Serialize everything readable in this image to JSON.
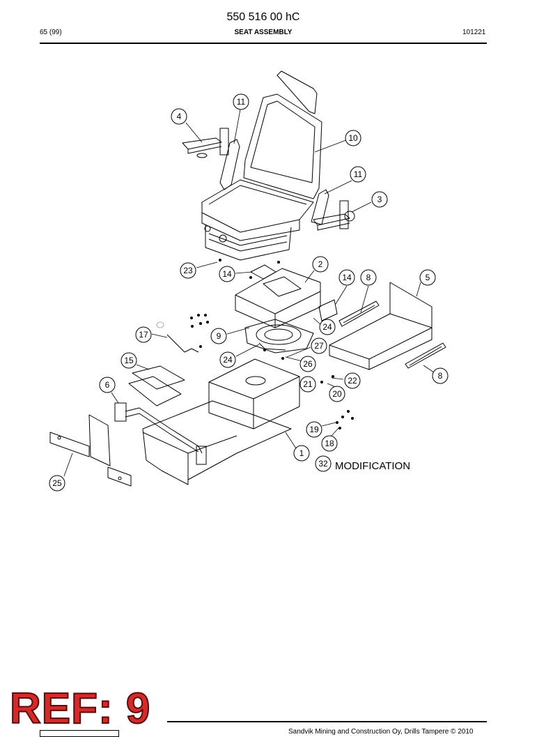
{
  "header": {
    "doc_number": "550 516 00 hC",
    "page_count": "65 (99)",
    "section_title": "SEAT ASSEMBLY",
    "date_code": "101221"
  },
  "callouts": [
    "11",
    "4",
    "10",
    "11",
    "3",
    "2",
    "23",
    "14",
    "14",
    "8",
    "5",
    "17",
    "9",
    "24",
    "27",
    "15",
    "24",
    "26",
    "8",
    "6",
    "21",
    "22",
    "20",
    "19",
    "18",
    "1",
    "32",
    "25"
  ],
  "modification_label": "MODIFICATION",
  "footer": {
    "stamp": "REF: 9",
    "copyright": "Sandvik Mining and Construction Oy, Drills Tampere © 2010"
  }
}
